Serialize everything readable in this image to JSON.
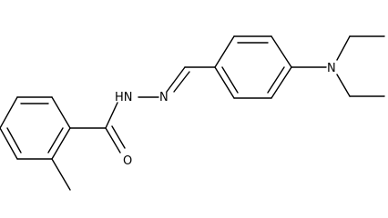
{
  "molecule": {
    "atoms": {
      "n_amine": "N",
      "o_carbonyl": "O",
      "n_hydrazone": "N",
      "n_amide": "HN"
    }
  }
}
